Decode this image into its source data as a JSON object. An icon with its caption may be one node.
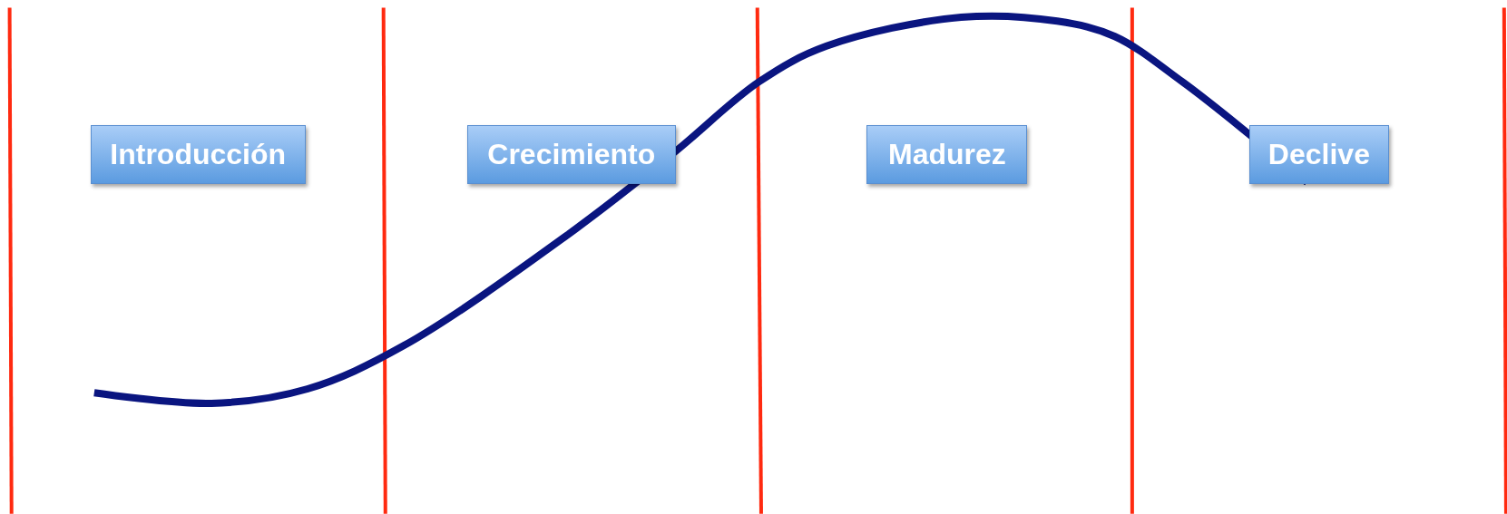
{
  "diagram": {
    "nodes": [
      {
        "text": [
          "Introducción"
        ]
      },
      {
        "text": [
          "Crecimiento"
        ]
      },
      {
        "text": [
          "Madurez"
        ]
      },
      {
        "text": [
          "Declive"
        ]
      }
    ]
  }
}
